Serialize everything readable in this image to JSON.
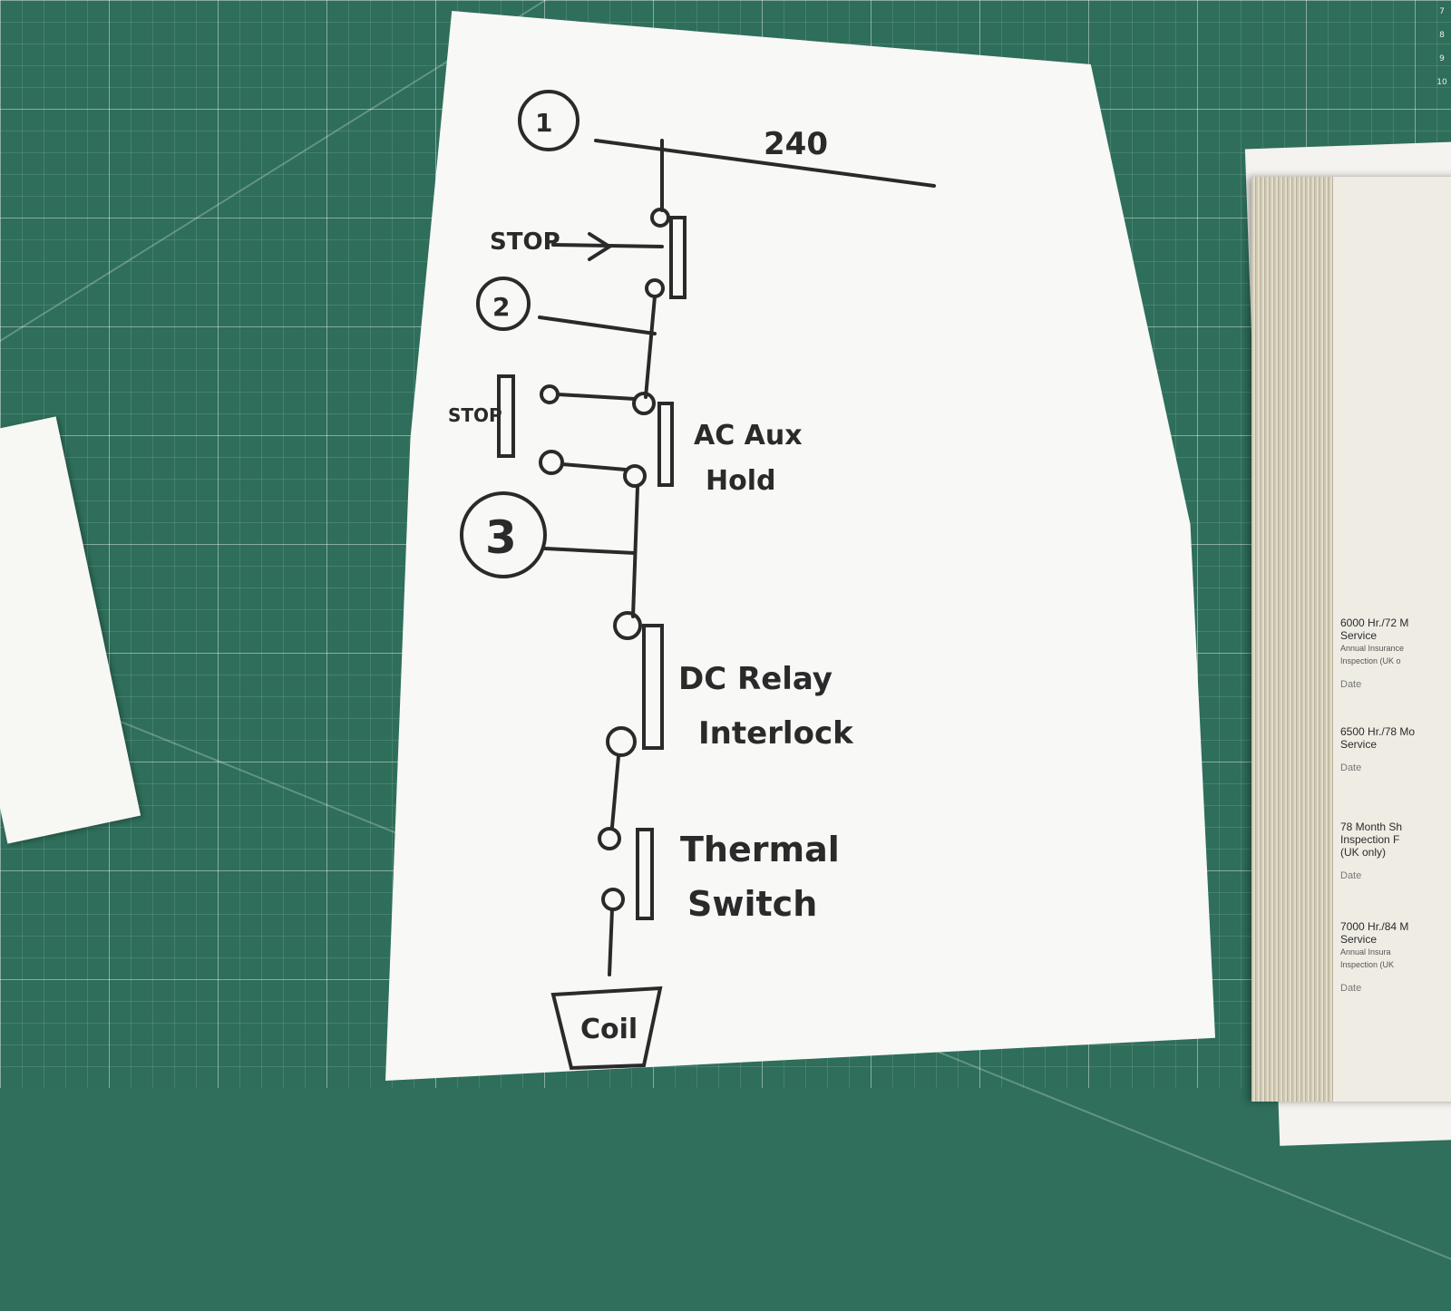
{
  "diagram": {
    "node_1": "1",
    "voltage": "240",
    "stop_top": "STOP",
    "node_2": "2",
    "stop_side": "STOP",
    "ac_aux_line1": "AC Aux",
    "ac_aux_line2": "Hold",
    "node_3": "3",
    "dc_relay_line1": "DC Relay",
    "dc_relay_line2": "Interlock",
    "thermal_line1": "Thermal",
    "thermal_line2": "Switch",
    "coil": "Coil"
  },
  "ruler": [
    "7",
    "8",
    "9",
    "10"
  ],
  "book": {
    "entries": [
      {
        "title": "6000 Hr./72 M",
        "sub": "Service",
        "note": "Annual Insurance",
        "note2": "Inspection (UK o",
        "date": "Date"
      },
      {
        "title": "6500 Hr./78 Mo",
        "sub": "Service",
        "date": "Date"
      },
      {
        "title": "78 Month Sh",
        "sub": "Inspection F",
        "note": "(UK only)",
        "date": "Date"
      },
      {
        "title": "7000 Hr./84 M",
        "sub": "Service",
        "note": "Annual Insura",
        "note2": "Inspection (UK",
        "date": "Date"
      }
    ]
  },
  "colors": {
    "ink": "#2a2a2a",
    "mat": "#2e6e5a",
    "paper": "#f8f8f6"
  }
}
